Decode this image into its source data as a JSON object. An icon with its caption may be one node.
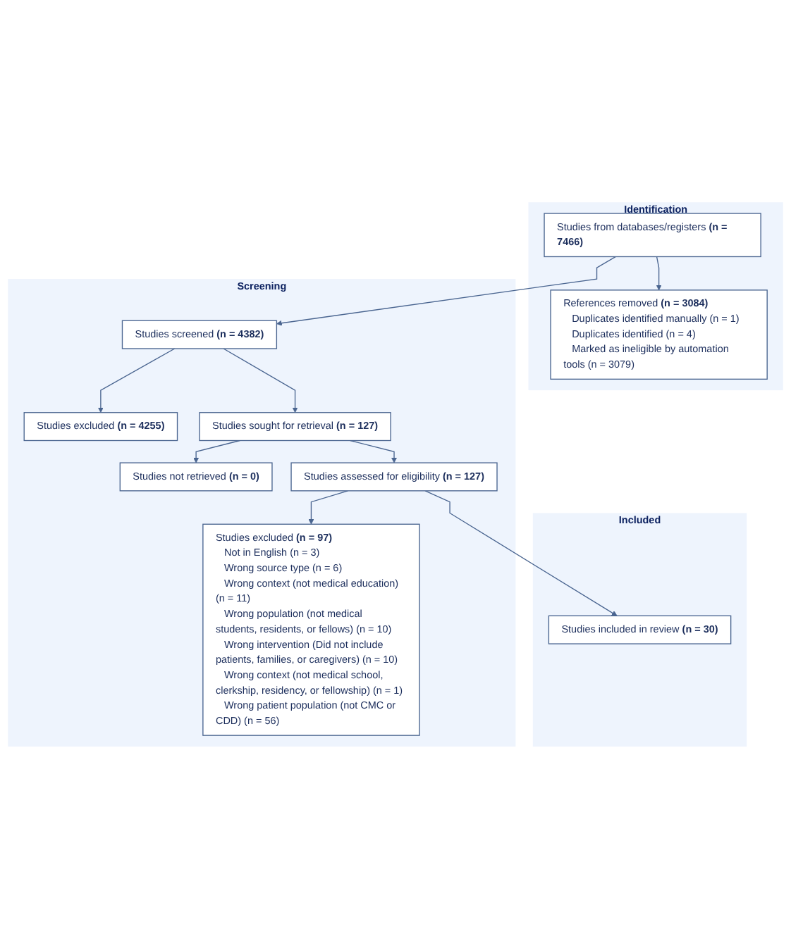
{
  "diagram": {
    "nodes": [
      {
        "text": [
          "Identification"
        ]
      },
      {
        "text": [
          "Studies from databases/registers **(n = 7466)**"
        ],
        "in": 0
      },
      {
        "text": [
          "References removed **(n = 3084)**",
          "Duplicates identified manually (n = 1)",
          "Duplicates identified (n = 4)",
          "Marked as ineligible by automation tools (n = 3079)"
        ],
        "in": 0
      },
      {
        "text": [
          "Screening"
        ]
      },
      {
        "text": [
          "Studies screened **(n = 4382)**"
        ],
        "in": 3
      },
      {
        "text": [
          "Studies excluded **(n = 4255)**"
        ],
        "in": 3
      },
      {
        "text": [
          "Studies sought for retrieval **(n = 127)**"
        ],
        "in": 3
      },
      {
        "text": [
          "Studies not retrieved **(n = 0)**"
        ],
        "in": 3
      },
      {
        "text": [
          "Studies assessed for eligibility **(n = 127)**"
        ],
        "in": 3
      },
      {
        "text": [
          "Studies excluded **(n = 97)**",
          "Not in English (n = 3)",
          "Wrong source type (n = 6)",
          "Wrong context (not medical education) (n = 11)",
          "Wrong population (not medical students, residents, or fellows) (n = 10)",
          "Wrong intervention (Did not include patients, families, or caregivers) (n = 10)",
          "Wrong context (not medical school, clerkship, residency, or fellowship) (n = 1)",
          "Wrong patient population (not CMC or CDD) (n = 56)"
        ],
        "in": 3
      },
      {
        "text": [
          "Included"
        ]
      },
      {
        "text": [
          "Studies included in review **(n = 30)**"
        ],
        "in": 10
      }
    ],
    "edges": [
      {
        "from": 1,
        "to": 2,
        "arrow": "to"
      },
      {
        "from": 1,
        "to": 4,
        "arrow": "to"
      },
      {
        "from": 4,
        "to": 5,
        "arrow": "to"
      },
      {
        "from": 4,
        "to": 6,
        "arrow": "to"
      },
      {
        "from": 6,
        "to": 7,
        "arrow": "to"
      },
      {
        "from": 6,
        "to": 8,
        "arrow": "to"
      },
      {
        "from": 8,
        "to": 9,
        "arrow": "to"
      },
      {
        "from": 8,
        "to": 11,
        "arrow": "to"
      }
    ]
  }
}
